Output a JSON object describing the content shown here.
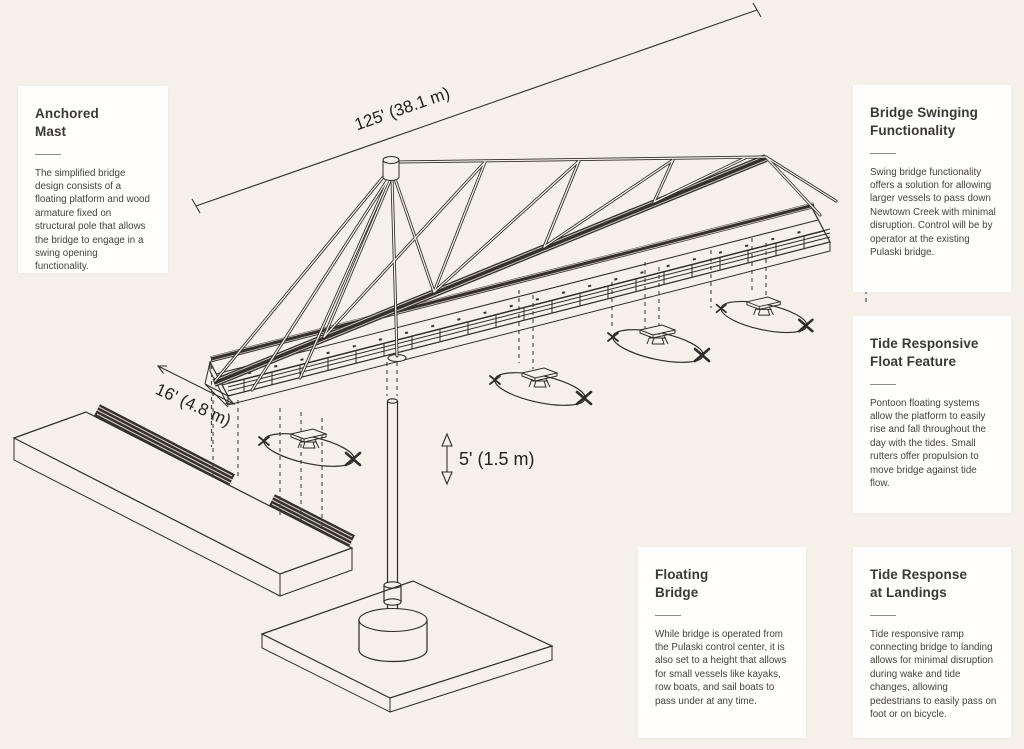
{
  "palette": {
    "background": "#f5f0e9",
    "card": "#fffefd",
    "ink": "#2e2b28",
    "body_text": "#45413c"
  },
  "dimensions": {
    "span": "125' (38.1 m)",
    "width": "16' (4.8 m)",
    "clearance": "5' (1.5 m)"
  },
  "cards": [
    {
      "id": "anchored-mast",
      "title": "Anchored\nMast",
      "body": "The simplified bridge design consists of a floating platform and wood armature fixed on structural pole that allows the bridge to engage in a swing opening functionality."
    },
    {
      "id": "bridge-swinging",
      "title": "Bridge Swinging\nFunctionality",
      "body": "Swing bridge functionality offers a solution for allowing larger vessels to pass down Newtown Creek with minimal disruption. Control will be by operator at the existing Pulaski bridge."
    },
    {
      "id": "tide-float",
      "title": "Tide Responsive\nFloat Feature",
      "body": "Pontoon floating systems allow the platform to easily rise and fall throughout the day with the tides. Small rutters offer propulsion to move bridge against tide flow."
    },
    {
      "id": "floating-bridge",
      "title": "Floating\nBridge",
      "body": "While bridge is operated from the Pulaski control center, it is also set to a height that allows for small vessels like kayaks, row boats, and sail boats to pass under at any time."
    },
    {
      "id": "tide-landings",
      "title": "Tide Response\nat Landings",
      "body": "Tide responsive ramp connecting bridge to landing allows for minimal disruption during wake and tide changes, allowing pedestrians to easily pass on foot or on bicycle."
    }
  ]
}
